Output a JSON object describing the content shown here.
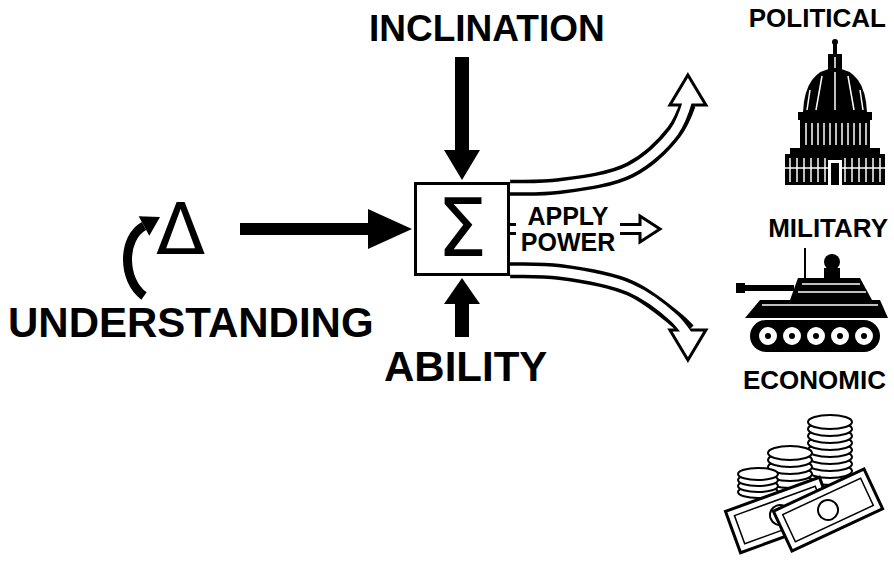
{
  "diagram": {
    "nodes": [
      {
        "text": [
          "Δ",
          "UNDERSTANDING"
        ]
      },
      {
        "text": [
          "INCLINATION"
        ]
      },
      {
        "text": [
          "Σ"
        ]
      },
      {
        "text": [
          "ABILITY"
        ]
      },
      {
        "text": [
          "POLITICAL"
        ]
      },
      {
        "text": [
          "MILITARY"
        ]
      },
      {
        "text": [
          "ECONOMIC"
        ]
      }
    ],
    "edges": [
      {
        "from": 0,
        "to": 2,
        "arrow": "to"
      },
      {
        "from": 1,
        "to": 2,
        "arrow": "to"
      },
      {
        "from": 3,
        "to": 2,
        "arrow": "to"
      },
      {
        "from": 2,
        "to": 4,
        "arrow": "to"
      },
      {
        "from": 2,
        "to": 5,
        "label": "APPLY POWER",
        "arrow": "to"
      },
      {
        "from": 2,
        "to": 6,
        "arrow": "to"
      }
    ]
  }
}
